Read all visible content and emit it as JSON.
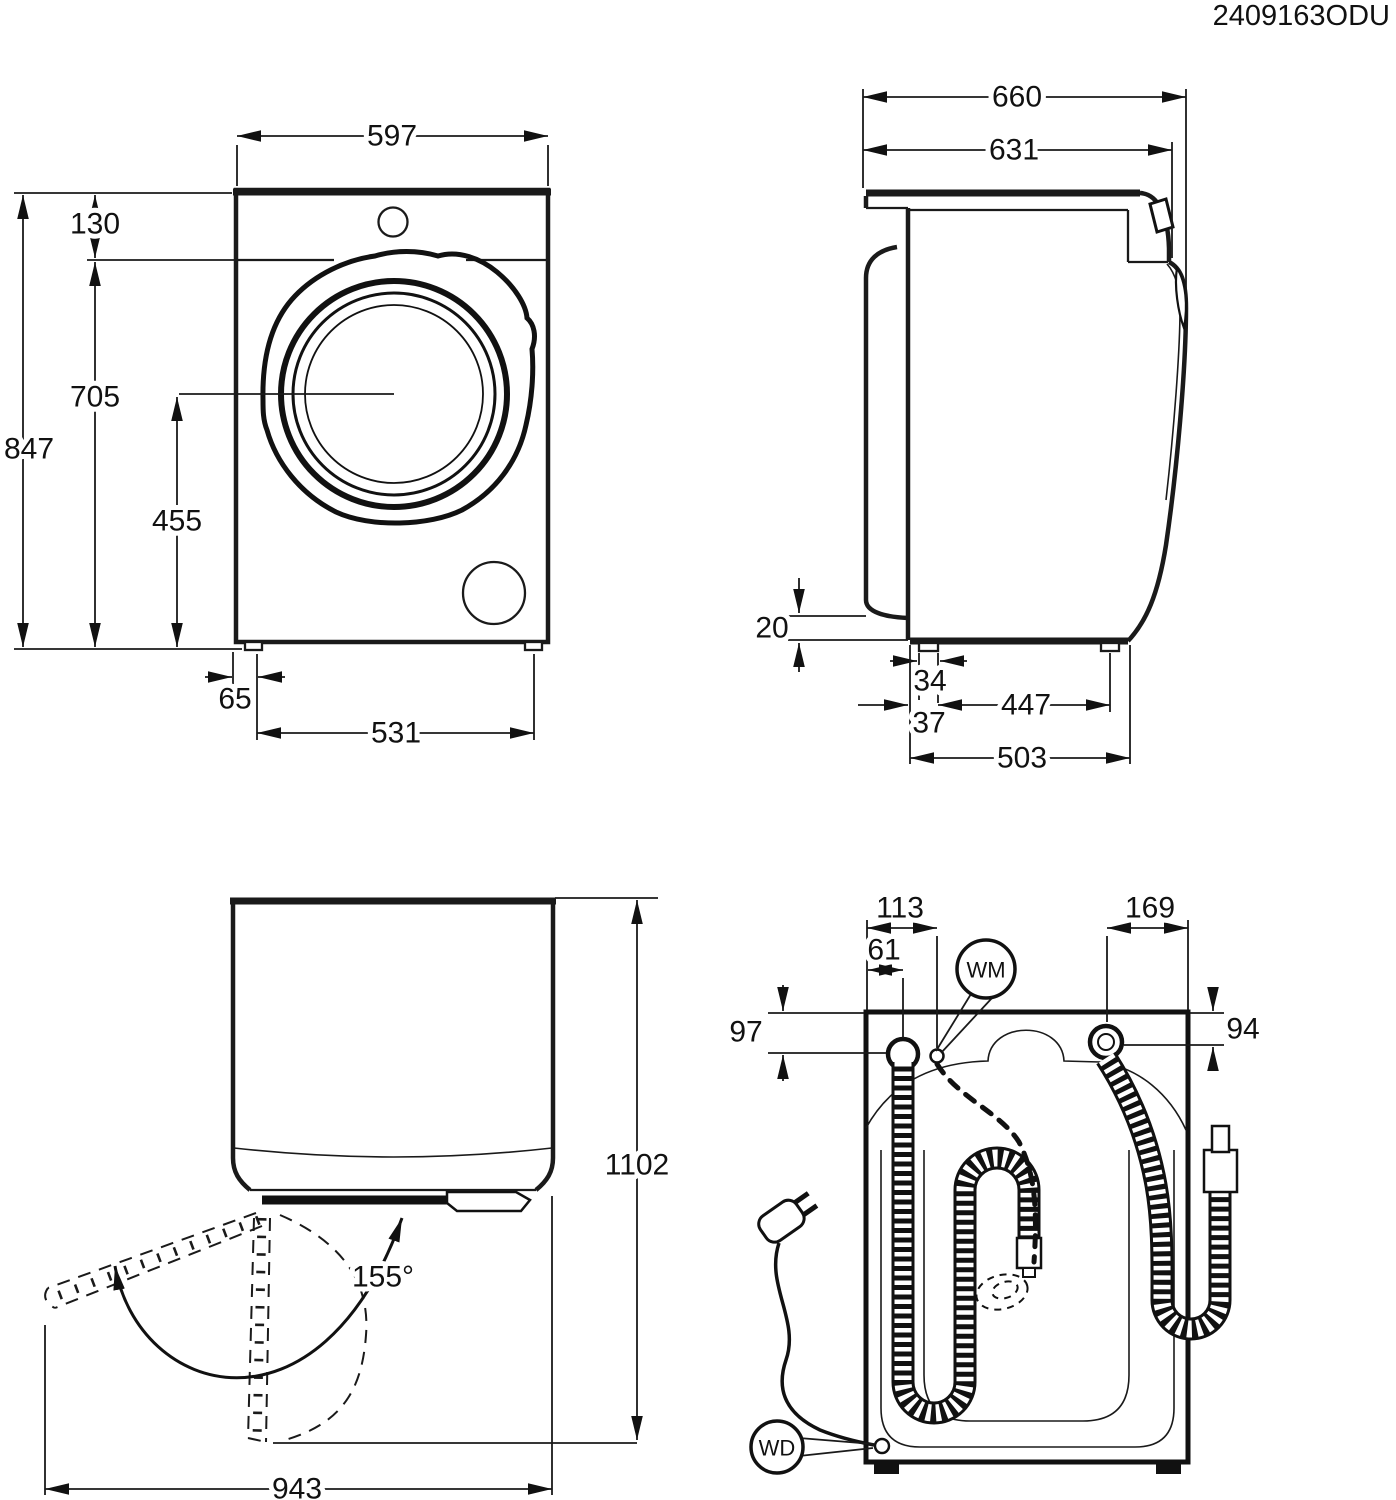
{
  "code": "2409163ODU",
  "front": {
    "width": "597",
    "top_panel_height": "130",
    "door_center_from_top": "705",
    "total_height": "847",
    "door_center_from_floor": "455",
    "foot_inset": "65",
    "feet_span": "531"
  },
  "side": {
    "depth_with_door": "660",
    "depth_body": "631",
    "rear_cover_gap": "20",
    "foot_width": "34",
    "feet_span": "447",
    "rear_foot_offset": "37",
    "base_depth": "503"
  },
  "open": {
    "height_door_open": "1102",
    "door_angle": "155°",
    "depth_door_open": "943"
  },
  "rear": {
    "drain_hose_offset": "113",
    "power_cord_offset": "61",
    "inlet_hose_offset": "169",
    "left_port_depth": "97",
    "right_port_depth": "94",
    "wm_label": "WM",
    "wd_label": "WD"
  }
}
